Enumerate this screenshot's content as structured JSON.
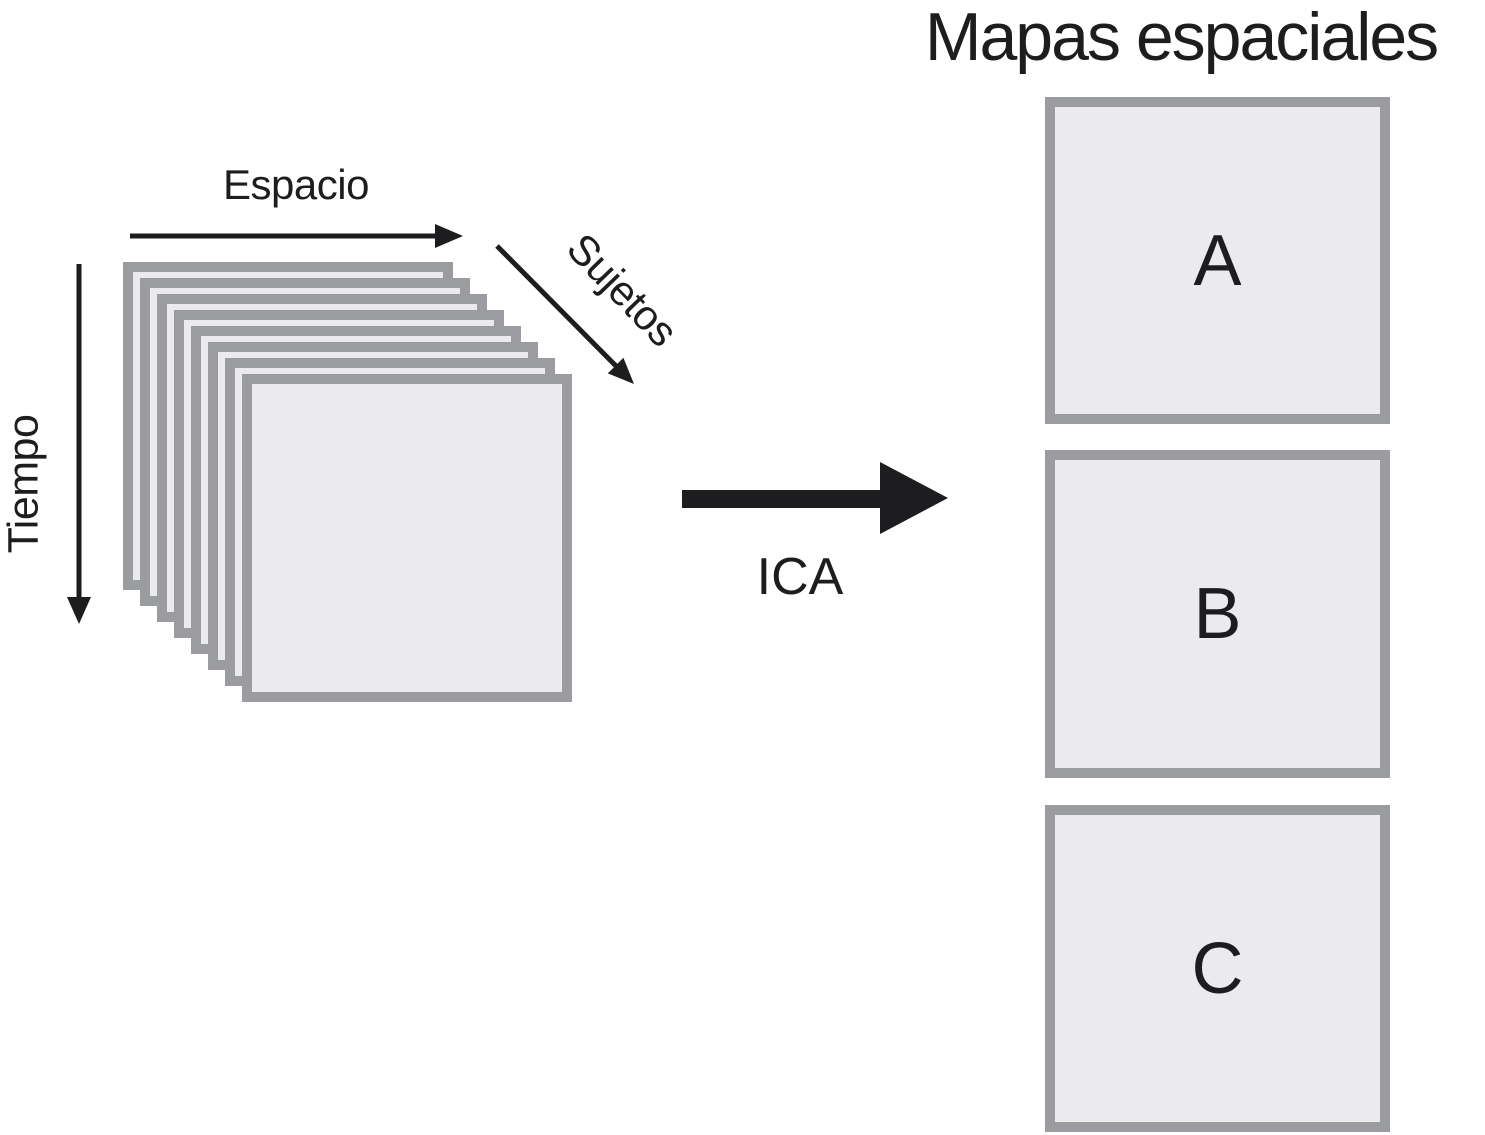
{
  "title": "Mapas espaciales",
  "colors": {
    "background": "#ffffff",
    "square_border": "#9b9ca0",
    "square_fill": "#ebebed",
    "ink": "#1d1d1f"
  },
  "cube": {
    "axis_espacio": "Espacio",
    "axis_tiempo": "Tiempo",
    "axis_sujetos": "Sujetos",
    "slice_count": 8
  },
  "ica": {
    "label": "ICA"
  },
  "maps": [
    {
      "label": "A"
    },
    {
      "label": "B"
    },
    {
      "label": "C"
    }
  ]
}
